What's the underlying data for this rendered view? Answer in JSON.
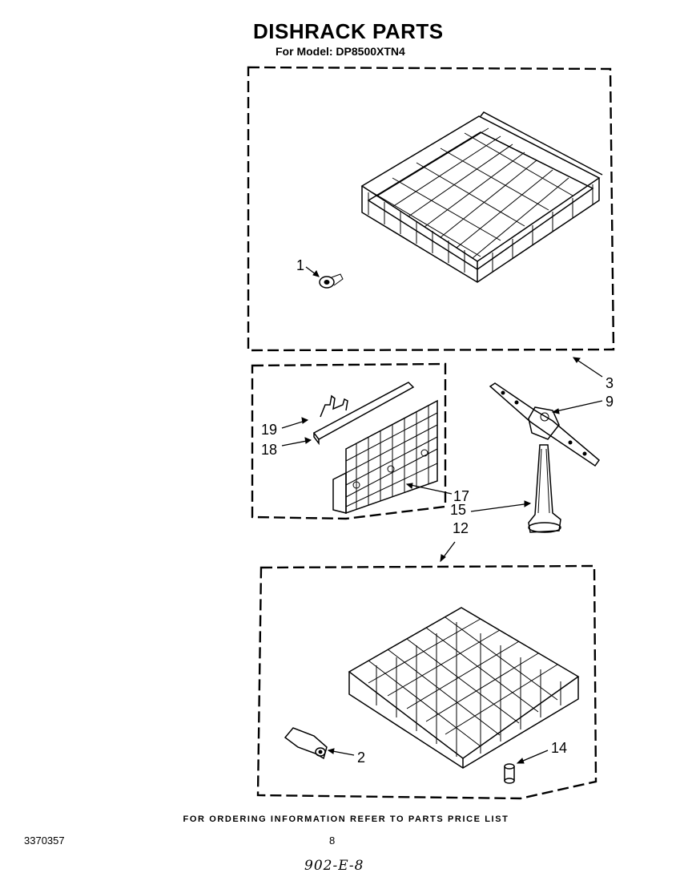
{
  "header": {
    "title": "DISHRACK PARTS",
    "model": "For Model: DP8500XTN4"
  },
  "callouts": [
    {
      "id": "c1",
      "label": "1"
    },
    {
      "id": "c3",
      "label": "3"
    },
    {
      "id": "c9",
      "label": "9"
    },
    {
      "id": "c19",
      "label": "19"
    },
    {
      "id": "c18",
      "label": "18"
    },
    {
      "id": "c17",
      "label": "17"
    },
    {
      "id": "c15",
      "label": "15"
    },
    {
      "id": "c12",
      "label": "12"
    },
    {
      "id": "c2",
      "label": "2"
    },
    {
      "id": "c14",
      "label": "14"
    }
  ],
  "footer": {
    "ordering_note": "FOR ORDERING INFORMATION REFER TO PARTS PRICE LIST",
    "doc_number": "3370357",
    "page_number": "8",
    "handwritten": "902-E-8"
  }
}
